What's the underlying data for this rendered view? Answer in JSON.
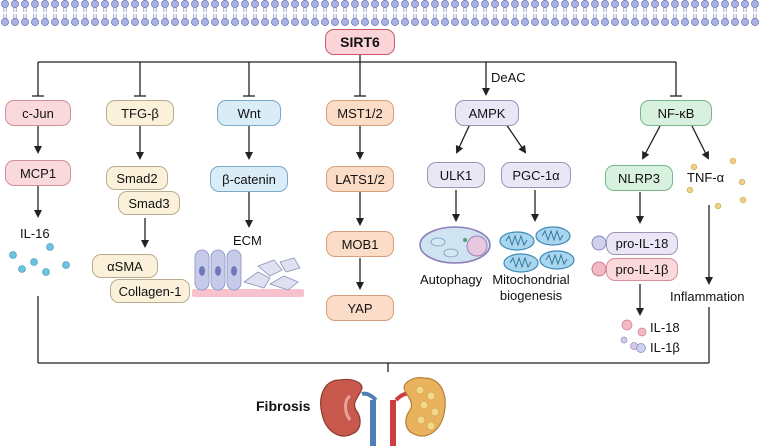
{
  "title": "SIRT6",
  "deac_label": "DeAC",
  "branches": {
    "cjun": "c-Jun",
    "tgf": "TFG-β",
    "wnt": "Wnt",
    "mst": "MST1/2",
    "ampk": "AMPK",
    "nfkb": "NF-κB"
  },
  "nodes": {
    "mcp1": "MCP1",
    "il16": "IL-16",
    "smad2": "Smad2",
    "smad3": "Smad3",
    "asma": "αSMA",
    "collagen": "Collagen-1",
    "bcatenin": "β-catenin",
    "ecm": "ECM",
    "lats": "LATS1/2",
    "mob1": "MOB1",
    "yap": "YAP",
    "ulk1": "ULK1",
    "pgc": "PGC-1α",
    "autophagy": "Autophagy",
    "mito1": "Mitochondrial",
    "mito2": "biogenesis",
    "nlrp3": "NLRP3",
    "tnfa": "TNF-α",
    "proil18": "pro-IL-18",
    "proil1b": "pro-IL-1β",
    "inflammation": "Inflammation",
    "il18": "IL-18",
    "il1b": "IL-1β"
  },
  "outcome": "Fibrosis",
  "colors": {
    "pink": "#f9d9dc",
    "cream": "#fbf1da",
    "blue": "#d9ecf8",
    "peach": "#fbdcc6",
    "lilac": "#ebe6f5",
    "green": "#d7f1de",
    "membrane": "#8a92c8"
  }
}
